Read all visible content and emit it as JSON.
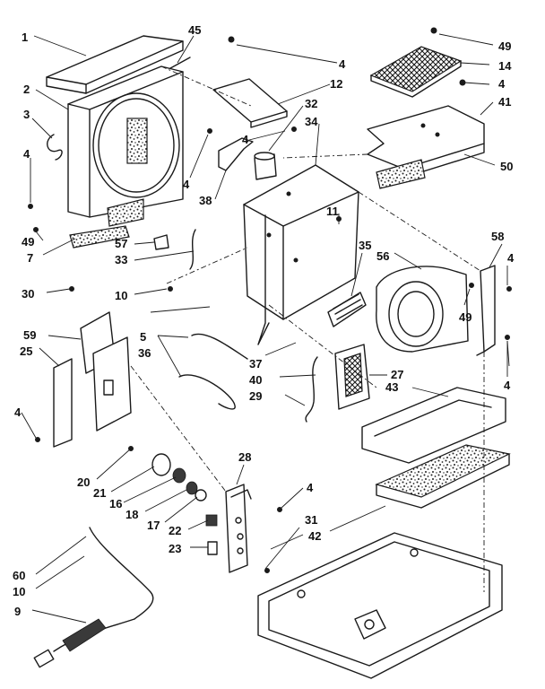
{
  "diagram": {
    "type": "exploded-parts-view",
    "callouts": {
      "c1": "1",
      "c45": "45",
      "c2": "2",
      "c3": "3",
      "c4a": "4",
      "c49a": "49",
      "c7": "7",
      "c30": "30",
      "c4b": "4",
      "c12": "12",
      "c32": "32",
      "c34": "34",
      "c4c": "4",
      "c4d": "4",
      "c38": "38",
      "c57": "57",
      "c33": "33",
      "c10a": "10",
      "c49b": "49",
      "c14": "14",
      "c4e": "4",
      "c41": "41",
      "c50": "50",
      "c11": "11",
      "c35": "35",
      "c56": "56",
      "c58": "58",
      "c4f": "4",
      "c49c": "49",
      "c4g": "4",
      "c59": "59",
      "c25": "25",
      "c5": "5",
      "c36": "36",
      "c37": "37",
      "c40": "40",
      "c29": "29",
      "c27": "27",
      "c43": "43",
      "c4h": "4",
      "c20": "20",
      "c21": "21",
      "c16": "16",
      "c18": "18",
      "c17": "17",
      "c28": "28",
      "c4i": "4",
      "c22": "22",
      "c31": "31",
      "c23": "23",
      "c42": "42",
      "c60": "60",
      "c10b": "10",
      "c9": "9"
    }
  }
}
